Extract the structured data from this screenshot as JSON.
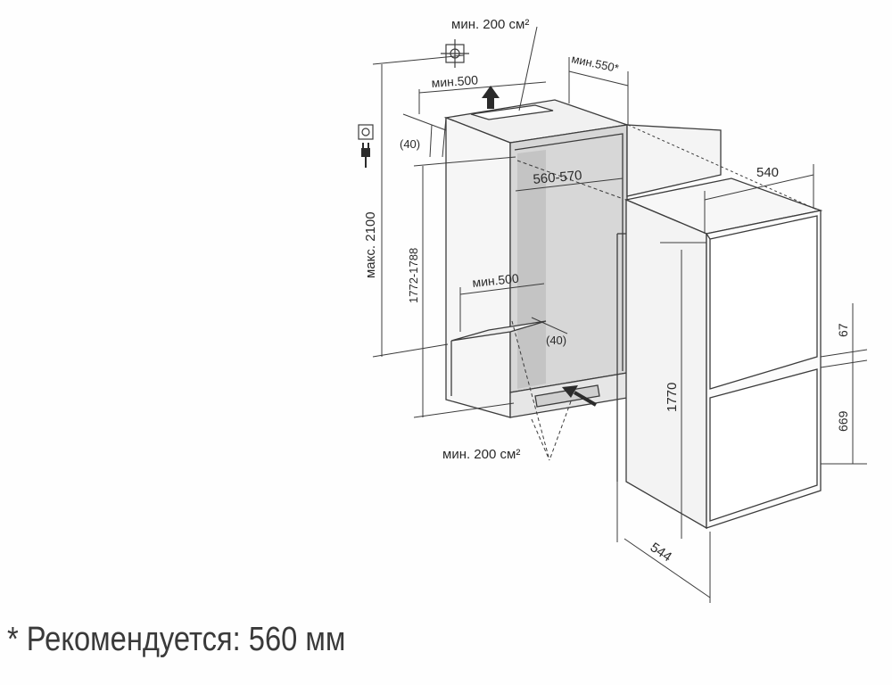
{
  "labels": {
    "vent_top": "мин. 200 см²",
    "depth_top": "мин.550*",
    "width_top": "мин.500",
    "offset_top": "(40)",
    "height_max": "макс. 2100",
    "niche_height": "1772-1788",
    "niche_width": "560-570",
    "width_bottom": "мин.500",
    "offset_bottom": "(40)",
    "vent_bottom": "мин. 200 см²",
    "fridge_width": "540",
    "fridge_height": "1770",
    "gap": "67",
    "freezer_height": "669",
    "fridge_depth": "544"
  },
  "footnote": "* Рекомендуется: 560 мм",
  "colors": {
    "line": "#3c3c3c",
    "wall": "#f3f3f3",
    "shade": "#d9d9d9",
    "dark": "#2b2b2b"
  },
  "icons": [
    "ventilation-icon",
    "socket-icon",
    "plug-icon"
  ]
}
